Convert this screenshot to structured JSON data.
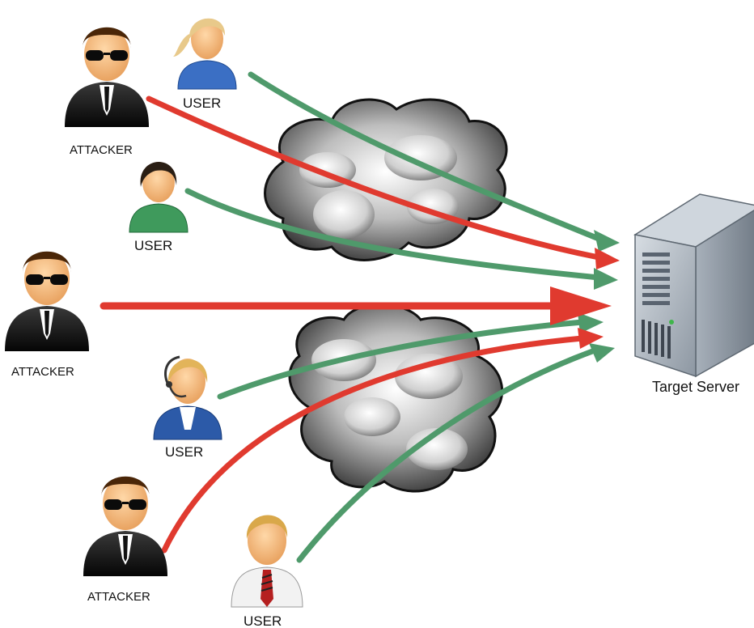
{
  "target": {
    "label": "Target Server"
  },
  "attackers": [
    {
      "label": "ATTACKER"
    },
    {
      "label": "ATTACKER"
    },
    {
      "label": "ATTACKER"
    }
  ],
  "users": [
    {
      "label": "USER",
      "role": "blonde-woman-blue-shirt"
    },
    {
      "label": "USER",
      "role": "dark-hair-green-shirt"
    },
    {
      "label": "USER",
      "role": "headset-operator-blue-suit"
    },
    {
      "label": "USER",
      "role": "man-white-shirt-red-tie"
    }
  ],
  "colors": {
    "attack": "#e03a2f",
    "legit": "#4f9a6b",
    "cloud": "#222222",
    "server": "#b8c0c8"
  }
}
